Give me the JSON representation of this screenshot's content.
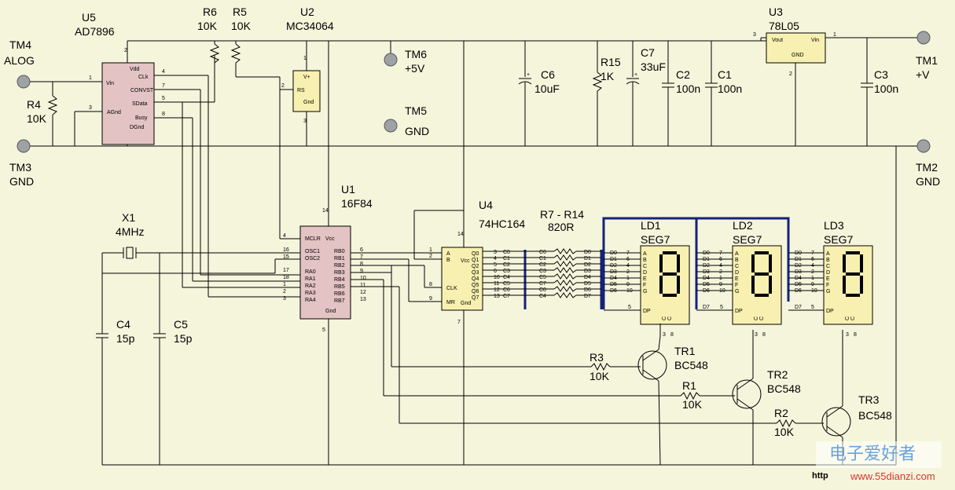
{
  "terminals": {
    "tm4": [
      "TM4",
      "ALOG"
    ],
    "tm3": [
      "TM3",
      "GND"
    ],
    "tm6": [
      "TM6",
      "+5V"
    ],
    "tm5": [
      "TM5",
      "GND"
    ],
    "tm1": [
      "TM1",
      "+V"
    ],
    "tm2": [
      "TM2",
      "GND"
    ]
  },
  "components": {
    "u5": [
      "U5",
      "AD7896"
    ],
    "r6": [
      "R6",
      "10K"
    ],
    "r5": [
      "R5",
      "10K"
    ],
    "u2": [
      "U2",
      "MC34064"
    ],
    "u3": [
      "U3",
      "78L05"
    ],
    "r4": [
      "R4",
      "10K"
    ],
    "c6": [
      "C6",
      "10uF"
    ],
    "r15": [
      "R15",
      "1K"
    ],
    "c7": [
      "C7",
      "33uF"
    ],
    "c2": [
      "C2",
      "100n"
    ],
    "c1": [
      "C1",
      "100n"
    ],
    "c3": [
      "C3",
      "100n"
    ],
    "u1": [
      "U1",
      "16F84"
    ],
    "u4": [
      "U4",
      "74HC164"
    ],
    "r7r14": [
      "R7 - R14",
      "820R"
    ],
    "ld1": [
      "LD1",
      "SEG7"
    ],
    "ld2": [
      "LD2",
      "SEG7"
    ],
    "ld3": [
      "LD3",
      "SEG7"
    ],
    "x1": [
      "X1",
      "4MHz"
    ],
    "c4": [
      "C4",
      "15p"
    ],
    "c5": [
      "C5",
      "15p"
    ],
    "tr1": [
      "TR1",
      "BC548"
    ],
    "tr2": [
      "TR2",
      "BC548"
    ],
    "tr3": [
      "TR3",
      "BC548"
    ],
    "r3": [
      "R3",
      "10K"
    ],
    "r1": [
      "R1",
      "10K"
    ],
    "r2": [
      "R2",
      "10K"
    ]
  },
  "u5_pins": {
    "names": [
      "Vdd",
      "Vin",
      "CLk",
      "CONVST",
      "SData",
      "AGnd",
      "Busy",
      "DGnd"
    ],
    "numbers": [
      "2",
      "1",
      "4",
      "7",
      "5",
      "3",
      "8"
    ]
  },
  "u2_pins": {
    "names": [
      "V+",
      "RS",
      "Gnd"
    ],
    "numbers": [
      "1",
      "2",
      "3"
    ]
  },
  "u3_pins": {
    "names": [
      "Vout",
      "Vin",
      "GND"
    ],
    "numbers": [
      "3",
      "1",
      "2"
    ]
  },
  "u1_pins": {
    "left_names": [
      "MCLR",
      "OSC1",
      "OSC2",
      "RA0",
      "RA1",
      "RA2",
      "RA3",
      "RA4"
    ],
    "left_numbers": [
      "4",
      "16",
      "15",
      "17",
      "18",
      "1",
      "2",
      "3"
    ],
    "right_names": [
      "RB0",
      "RB1",
      "RB2",
      "RB3",
      "RB4",
      "RB5",
      "RB6",
      "RB7"
    ],
    "right_numbers": [
      "6",
      "7",
      "8",
      "9",
      "10",
      "11",
      "12",
      "13"
    ],
    "vcc": "Vcc",
    "vcc_pin": "14",
    "gnd": "Gnd",
    "gnd_pin": "5"
  },
  "u4_pins": {
    "left_names": [
      "A",
      "B",
      "CLK",
      "MR"
    ],
    "left_numbers": [
      "1",
      "2",
      "8",
      "9"
    ],
    "right_names": [
      "Q0",
      "Q1",
      "Q2",
      "Q3",
      "Q4",
      "Q5",
      "Q6",
      "Q7"
    ],
    "right_numbers": [
      "3",
      "4",
      "5",
      "6",
      "10",
      "11",
      "12",
      "13"
    ],
    "vcc": "Vcc",
    "vcc_pin": "14",
    "gnd": "Gnd",
    "gnd_pin": "7"
  },
  "bus_labels": {
    "u4_out": [
      "C0",
      "C1",
      "C2",
      "C3",
      "C4",
      "C5",
      "C6",
      "C7"
    ],
    "res_in": [
      "C6",
      "C1",
      "C2",
      "C3",
      "C5",
      "C7",
      "C0",
      "C4"
    ],
    "res_out": [
      "D0",
      "D1",
      "D2",
      "D3",
      "D4",
      "D5",
      "D6",
      "D7"
    ]
  },
  "display_pins": {
    "left_data": [
      "D0",
      "D1",
      "D2",
      "D3",
      "D4",
      "D5",
      "D6"
    ],
    "left_numbers": [
      "7",
      "6",
      "4",
      "2",
      "1",
      "9",
      "10"
    ],
    "segments": [
      "A",
      "B",
      "C",
      "D",
      "E",
      "F",
      "G"
    ],
    "dp_label": "DP",
    "dp_pin": "5",
    "dp_data": "D7",
    "cathodes": [
      "C",
      "C"
    ],
    "cathode_pins": [
      "3",
      "8"
    ]
  },
  "watermark": {
    "text": "电子爱好者",
    "url": "www.55dianzi.com",
    "mark": "http"
  }
}
